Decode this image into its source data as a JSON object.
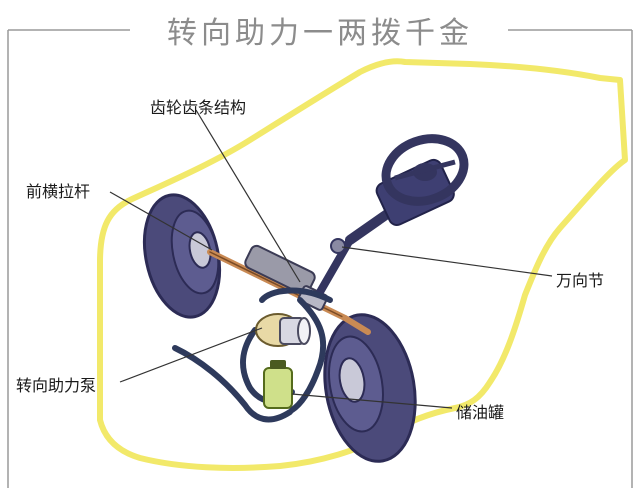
{
  "title": "转向助力一两拨千金",
  "labels": {
    "rack_and_pinion": "齿轮齿条结构",
    "front_tie_rod": "前横拉杆",
    "universal_joint": "万向节",
    "power_steering_pump": "转向助力泵",
    "fluid_reservoir": "储油罐"
  },
  "colors": {
    "car_outline": "#f2e96a",
    "tire": "#4b4a7a",
    "tire_dark": "#2c2b55",
    "steering": "#34355f",
    "hose": "#2e3a5c",
    "reservoir": "#cfe08a",
    "pump": "#e8d9a6",
    "title": "#8c8c8c"
  }
}
